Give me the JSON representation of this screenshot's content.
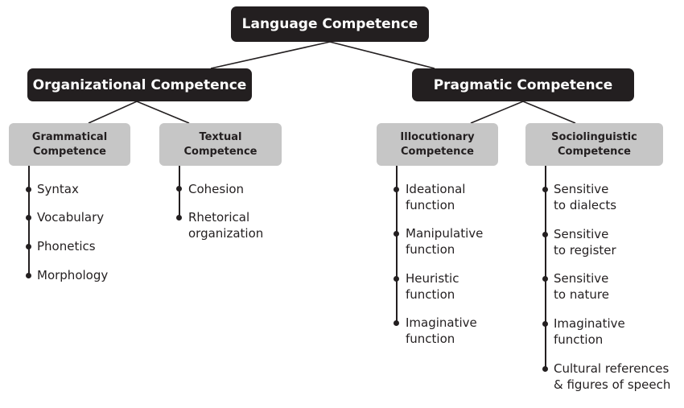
{
  "root": {
    "label": "Language Competence"
  },
  "organizational": {
    "label": "Organizational Competence",
    "grammatical": {
      "label": "Grammatical\nCompetence",
      "items": [
        "Syntax",
        "Vocabulary",
        "Phonetics",
        "Morphology"
      ]
    },
    "textual": {
      "label": "Textual\nCompetence",
      "items": [
        "Cohesion",
        "Rhetorical\norganization"
      ]
    }
  },
  "pragmatic": {
    "label": "Pragmatic Competence",
    "illocutionary": {
      "label": "Illocutionary\nCompetence",
      "items": [
        "Ideational\nfunction",
        "Manipulative\nfunction",
        "Heuristic\nfunction",
        "Imaginative\nfunction"
      ]
    },
    "sociolinguistic": {
      "label": "Sociolinguistic\nCompetence",
      "items": [
        "Sensitive\nto dialects",
        "Sensitive\nto register",
        "Sensitive\nto nature",
        "Imaginative\nfunction",
        "Cultural references\n& figures of speech"
      ]
    }
  },
  "colors": {
    "dark_box": "#231f20",
    "grey_box": "#c6c6c6",
    "line": "#231f20"
  }
}
